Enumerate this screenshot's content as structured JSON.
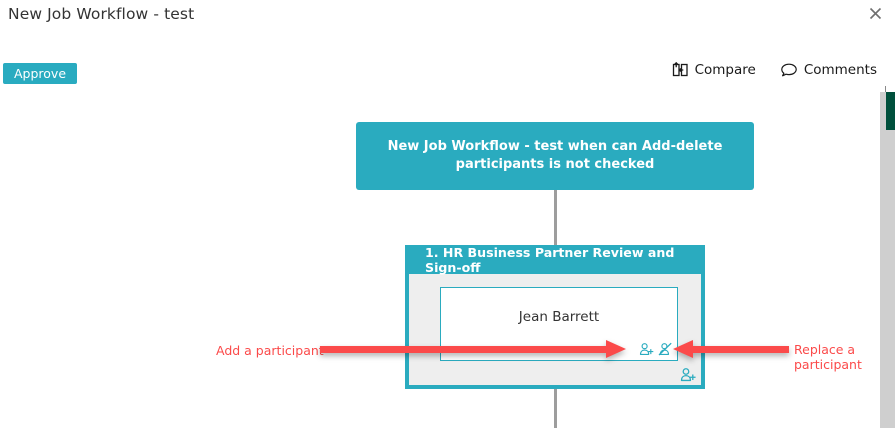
{
  "window": {
    "title": "New Job Workflow - test",
    "close_icon": "close-icon"
  },
  "toolbar": {
    "approve_label": "Approve",
    "compare_label": "Compare",
    "compare_icon": "compare-icon",
    "comments_label": "Comments",
    "comments_icon": "comment-bubble-icon"
  },
  "workflow": {
    "title_node": {
      "text": "New Job Workflow - test when can Add-delete participants is not checked"
    },
    "steps": [
      {
        "header": "1. HR Business Partner Review and Sign-off",
        "participants": [
          {
            "name": "Jean Barrett",
            "actions": [
              {
                "icon": "add-participant-icon",
                "title": "Add a participant"
              },
              {
                "icon": "replace-participant-icon",
                "title": "Replace a participant"
              }
            ]
          }
        ],
        "footer_action": {
          "icon": "add-participant-icon",
          "title": "Add a participant"
        }
      }
    ]
  },
  "annotations": {
    "left": {
      "text": "Add a participant"
    },
    "right": {
      "text": "Replace a participant"
    },
    "color": "#fb4a4a"
  },
  "colors": {
    "accent_teal": "#2aabbf",
    "node_bg": "#eeeeee",
    "connector_gray": "#9d9d9d",
    "scrollbar_thumb": "#00503c",
    "scrollbar_track": "#cfcfcf"
  }
}
